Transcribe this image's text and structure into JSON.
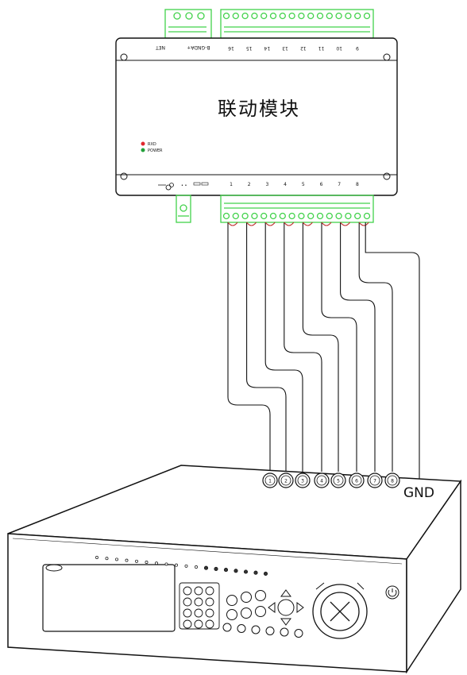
{
  "module": {
    "title": "联动模块",
    "top_labels": {
      "net": "NET",
      "bus": "B-GNDA+",
      "ports": [
        "16",
        "15",
        "14",
        "13",
        "12",
        "11",
        "10",
        "9"
      ]
    },
    "bottom_port_labels": [
      "1",
      "2",
      "3",
      "4",
      "5",
      "6",
      "7",
      "8"
    ],
    "indicators": [
      {
        "label": "RXD",
        "color": "#e0282e"
      },
      {
        "label": "POWER",
        "color": "#22a03a"
      }
    ]
  },
  "terminal_color": "#41d24a",
  "wire_color": "#c03030",
  "dvr": {
    "alarm_inputs": [
      "1",
      "2",
      "3",
      "4",
      "5",
      "6",
      "7",
      "8"
    ],
    "ground_label": "GND"
  }
}
